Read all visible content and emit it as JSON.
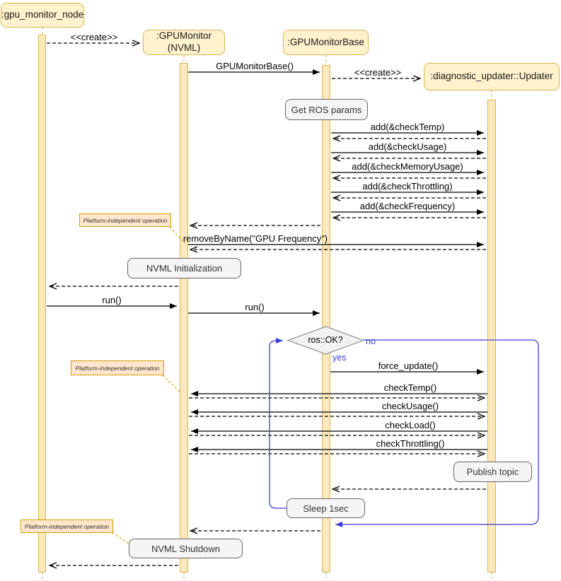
{
  "diagram": {
    "type": "uml-sequence",
    "participants": [
      {
        "name": ":gpu_monitor_node"
      },
      {
        "name": ":GPUMonitor\n(NVML)"
      },
      {
        "name": ":GPUMonitorBase"
      },
      {
        "name": ":diagnostic_updater::Updater"
      }
    ],
    "messages": {
      "create_gpu_monitor": "<<create>>",
      "gpu_monitor_base_ctor": "GPUMonitorBase()",
      "create_updater": "<<create>>",
      "add_check_temp": "add(&checkTemp)",
      "add_check_usage": "add(&checkUsage)",
      "add_check_memory_usage": "add(&checkMemoryUsage)",
      "add_check_throttling": "add(&checkThrottling)",
      "add_check_frequency": "add(&checkFrequency)",
      "remove_by_name": "removeByName(\"GPU Frequency\")",
      "run_node": "run()",
      "run_base": "run()",
      "force_update": "force_update()",
      "check_temp": "checkTemp()",
      "check_usage": "checkUsage()",
      "check_load": "checkLoad()",
      "check_throttling": "checkThrottling()"
    },
    "activities": {
      "get_ros_params": "Get ROS params",
      "nvml_initialization": "NVML Initialization",
      "publish_topic": "Publish topic",
      "sleep": "Sleep 1sec",
      "nvml_shutdown": "NVML Shutdown"
    },
    "loop": {
      "condition": "ros::OK?",
      "yes_label": "yes",
      "no_label": "no"
    },
    "notes": {
      "platform_independent": "Platform-independent operation"
    },
    "colors": {
      "lifeline_fill": "#FFF2CC",
      "lifeline_border": "#D6B656",
      "activation_fill": "#FBE9BD",
      "note_fill": "#FFE6CC",
      "note_border": "#D79B00",
      "process_fill": "#F5F5F5",
      "process_border": "#666666",
      "decision_fill": "#F2F2F2",
      "decision_border": "#999999",
      "loop_blue": "#3B3BD9",
      "message_black": "#000000"
    }
  }
}
